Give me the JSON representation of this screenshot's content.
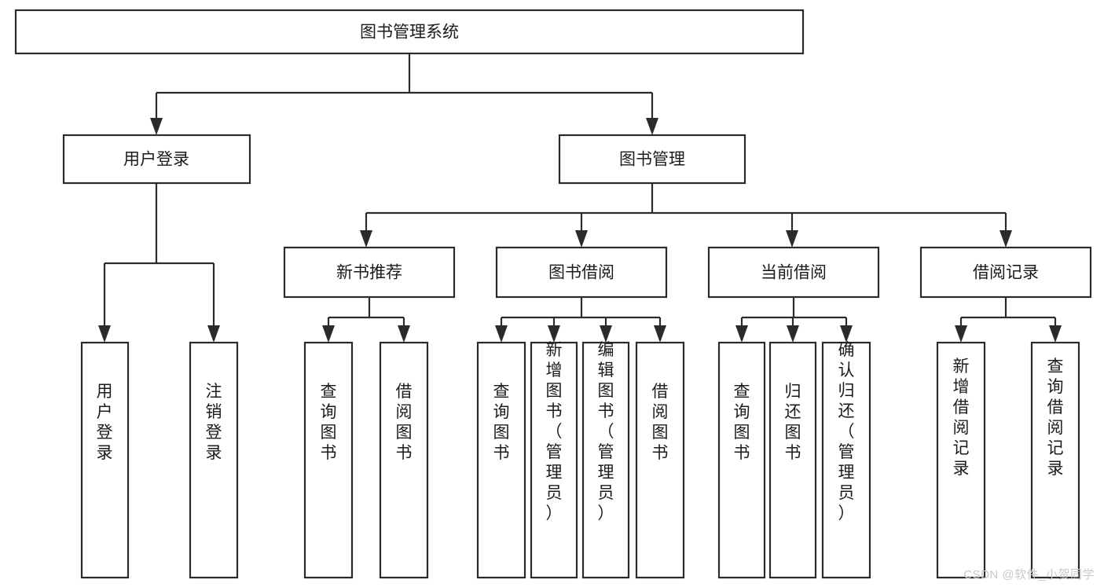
{
  "diagram": {
    "title": "图书管理系统",
    "type": "tree-hierarchy-chart",
    "orientation": "top-down",
    "colors": {
      "stroke": "#2b2b2b",
      "fill": "#ffffff",
      "text": "#1b1b1b",
      "watermark": "#c9c9c9",
      "background": "#ffffff"
    },
    "watermark": "CSDN @软件_小贺同学"
  },
  "nodes": {
    "root": {
      "label": "图书管理系统"
    },
    "level1": [
      {
        "id": "user-login",
        "label": "用户登录"
      },
      {
        "id": "book-manage",
        "label": "图书管理"
      }
    ],
    "level2": [
      {
        "id": "new-book-recommend",
        "label": "新书推荐"
      },
      {
        "id": "book-borrow",
        "label": "图书借阅"
      },
      {
        "id": "current-borrow",
        "label": "当前借阅"
      },
      {
        "id": "borrow-record",
        "label": "借阅记录"
      }
    ],
    "leaves": {
      "user-login": [
        {
          "id": "leaf-user-login",
          "label": "用户登录"
        },
        {
          "id": "leaf-user-logout",
          "label": "注销登录"
        }
      ],
      "new-book-recommend": [
        {
          "id": "leaf-query-book-1",
          "label": "查询图书"
        },
        {
          "id": "leaf-borrow-book-1",
          "label": "借阅图书"
        }
      ],
      "book-borrow": [
        {
          "id": "leaf-query-book-2",
          "label": "查询图书"
        },
        {
          "id": "leaf-add-book",
          "label": "新增图书（管理员）"
        },
        {
          "id": "leaf-edit-book",
          "label": "编辑图书（管理员）"
        },
        {
          "id": "leaf-borrow-book-2",
          "label": "借阅图书"
        }
      ],
      "current-borrow": [
        {
          "id": "leaf-query-book-3",
          "label": "查询图书"
        },
        {
          "id": "leaf-return-book",
          "label": "归还图书"
        },
        {
          "id": "leaf-confirm-return",
          "label": "确认归还（管理员）"
        }
      ],
      "borrow-record": [
        {
          "id": "leaf-add-record",
          "label": "新增借阅记录"
        },
        {
          "id": "leaf-query-record",
          "label": "查询借阅记录"
        }
      ]
    }
  },
  "chart_data": {
    "type": "tree",
    "title": "图书管理系统",
    "root": "图书管理系统",
    "edges": [
      [
        "图书管理系统",
        "用户登录"
      ],
      [
        "图书管理系统",
        "图书管理"
      ],
      [
        "用户登录",
        "用户登录"
      ],
      [
        "用户登录",
        "注销登录"
      ],
      [
        "图书管理",
        "新书推荐"
      ],
      [
        "图书管理",
        "图书借阅"
      ],
      [
        "图书管理",
        "当前借阅"
      ],
      [
        "图书管理",
        "借阅记录"
      ],
      [
        "新书推荐",
        "查询图书"
      ],
      [
        "新书推荐",
        "借阅图书"
      ],
      [
        "图书借阅",
        "查询图书"
      ],
      [
        "图书借阅",
        "新增图书（管理员）"
      ],
      [
        "图书借阅",
        "编辑图书（管理员）"
      ],
      [
        "图书借阅",
        "借阅图书"
      ],
      [
        "当前借阅",
        "查询图书"
      ],
      [
        "当前借阅",
        "归还图书"
      ],
      [
        "当前借阅",
        "确认归还（管理员）"
      ],
      [
        "借阅记录",
        "新增借阅记录"
      ],
      [
        "借阅记录",
        "查询借阅记录"
      ]
    ],
    "depth": 4,
    "node_count": 20
  }
}
